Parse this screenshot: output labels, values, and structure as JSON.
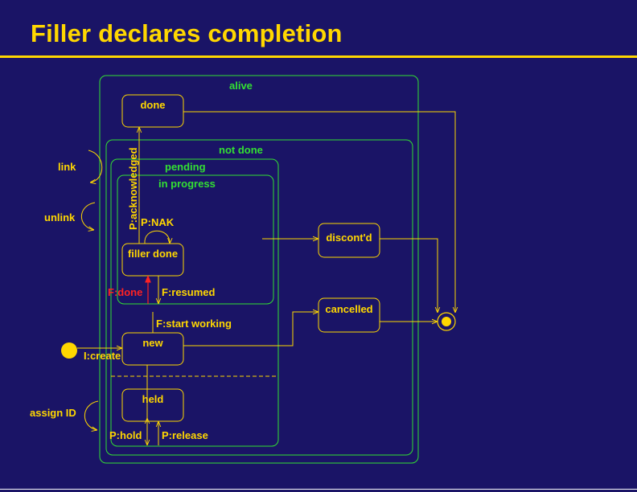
{
  "slide": {
    "title": "Filler declares completion"
  },
  "diagram": {
    "regions": {
      "alive": "alive",
      "not_done": "not done",
      "pending": "pending",
      "in_progress": "in progress"
    },
    "states": {
      "done": "done",
      "filler_done": "filler done",
      "new": "new",
      "held": "held",
      "discontd": "discont'd",
      "cancelled": "cancelled"
    },
    "transitions": {
      "link": "link",
      "unlink": "unlink",
      "assign_id": "assign ID",
      "create": "I:create",
      "acknowledged": "P:acknowledged",
      "nak": "P:NAK",
      "f_done": "F:done",
      "resumed": "F:resumed",
      "start_working": "F:start working",
      "hold": "P:hold",
      "release": "P:release"
    },
    "colors": {
      "state_and_arrow": "#ffd700",
      "region": "#33e033",
      "highlight_transition": "#ff2222",
      "background": "#1a1466"
    }
  }
}
